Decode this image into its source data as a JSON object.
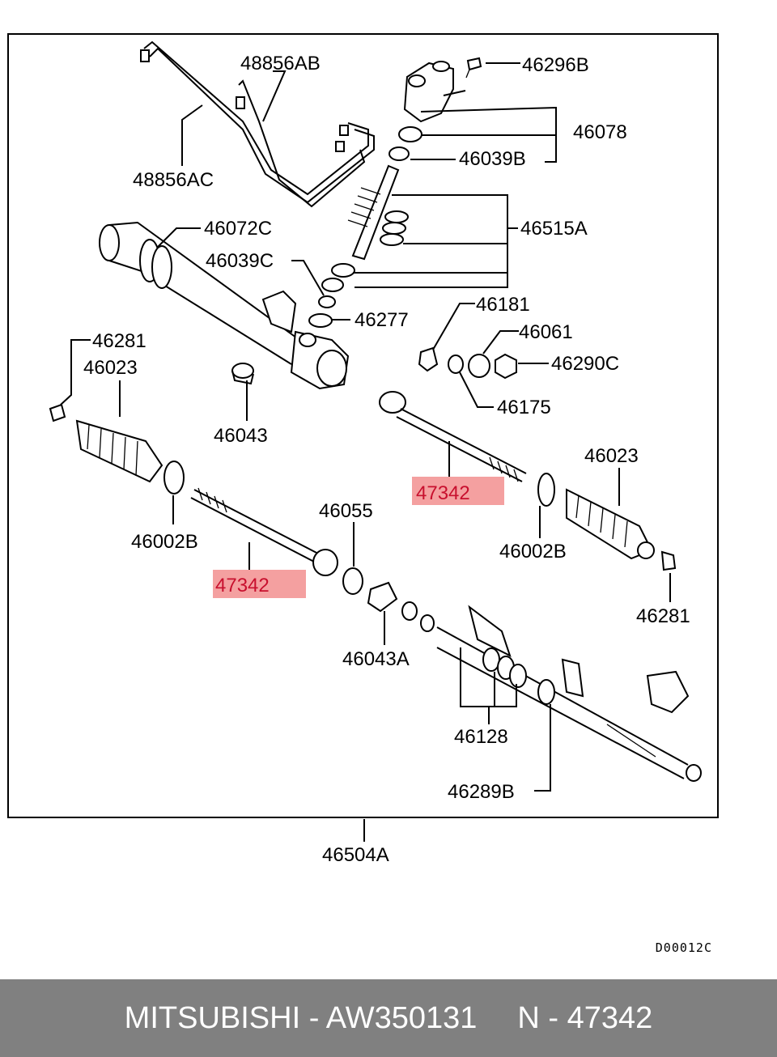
{
  "labels": {
    "p48856AB": "48856AB",
    "p48856AC": "48856AC",
    "p46296B": "46296B",
    "p46078": "46078",
    "p46039B": "46039B",
    "p46515A": "46515A",
    "p46072C": "46072C",
    "p46039C": "46039C",
    "p46277": "46277",
    "p46181": "46181",
    "p46061": "46061",
    "p46290C": "46290C",
    "p46175": "46175",
    "p46281_left": "46281",
    "p46023_left": "46023",
    "p46043": "46043",
    "p47342_upper": "47342",
    "p46023_right": "46023",
    "p46055": "46055",
    "p46002B_left": "46002B",
    "p46002B_right": "46002B",
    "p47342_lower": "47342",
    "p46281_right": "46281",
    "p46043A": "46043A",
    "p46128": "46128",
    "p46289B": "46289B",
    "p46504A": "46504A"
  },
  "highlight_color": "#f4a0a0",
  "highlight_text_color": "#c8102e",
  "reference_code": "D00012C",
  "footer": {
    "brand_part": "MITSUBISHI - AW350131",
    "number": "N - 47342"
  }
}
